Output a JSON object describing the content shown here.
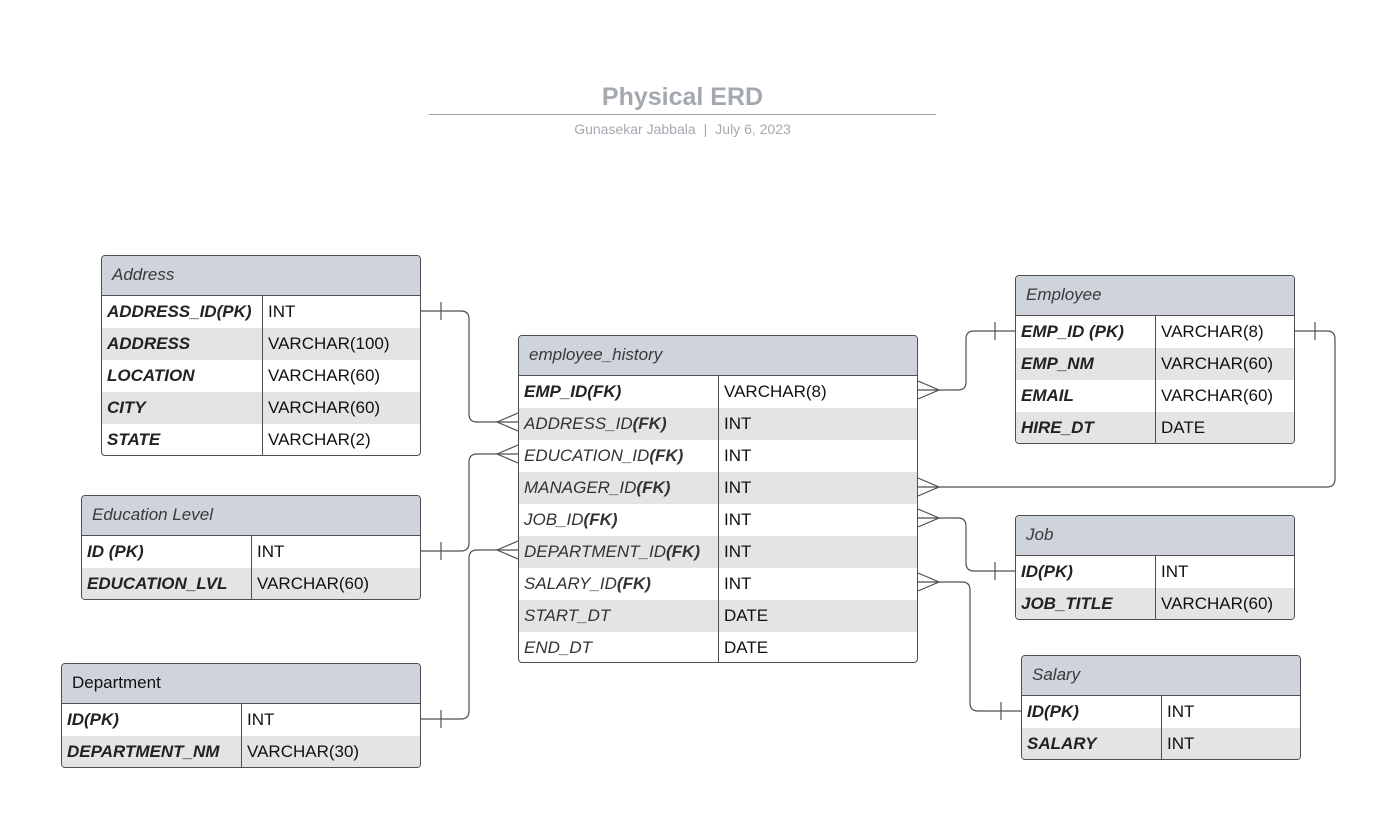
{
  "header": {
    "title": "Physical ERD",
    "author": "Gunasekar Jabbala",
    "separator": "|",
    "date": "July 6, 2023"
  },
  "address": {
    "name": "Address",
    "rows": [
      {
        "field": "ADDRESS_ID(PK)",
        "type": "INT"
      },
      {
        "field": "ADDRESS",
        "type": "VARCHAR(100)"
      },
      {
        "field": "LOCATION",
        "type": "VARCHAR(60)"
      },
      {
        "field": "CITY",
        "type": "VARCHAR(60)"
      },
      {
        "field": "STATE",
        "type": "VARCHAR(2)"
      }
    ]
  },
  "education": {
    "name": "Education Level",
    "rows": [
      {
        "field": "ID (PK)",
        "type": "INT"
      },
      {
        "field": "EDUCATION_LVL",
        "type": "VARCHAR(60)"
      }
    ]
  },
  "department": {
    "name": "Department",
    "rows": [
      {
        "field": "ID(PK)",
        "type": "INT"
      },
      {
        "field": "DEPARTMENT_NM",
        "type": "VARCHAR(30)"
      }
    ]
  },
  "history": {
    "name": "employee_history",
    "rows": [
      {
        "field": "EMP_ID(FK)",
        "type": "VARCHAR(8)"
      },
      {
        "field": "ADDRESS_ID",
        "fk": "(FK)",
        "type": "INT"
      },
      {
        "field": "EDUCATION_ID",
        "fk": "(FK)",
        "type": "INT"
      },
      {
        "field": "MANAGER_ID",
        "fk": "(FK)",
        "type": "INT"
      },
      {
        "field": "JOB_ID",
        "fk": "(FK)",
        "type": "INT"
      },
      {
        "field": "DEPARTMENT_ID",
        "fk": "(FK)",
        "type": "INT"
      },
      {
        "field": "SALARY_ID",
        "fk": "(FK)",
        "type": "INT"
      },
      {
        "field": "START_DT",
        "type": "DATE"
      },
      {
        "field": "END_DT",
        "type": "DATE"
      }
    ]
  },
  "employee": {
    "name": "Employee",
    "rows": [
      {
        "field": "EMP_ID (PK)",
        "type": "VARCHAR(8)"
      },
      {
        "field": "EMP_NM",
        "type": "VARCHAR(60)"
      },
      {
        "field": "EMAIL",
        "type": "VARCHAR(60)"
      },
      {
        "field": "HIRE_DT",
        "type": "DATE"
      }
    ]
  },
  "job": {
    "name": "Job",
    "rows": [
      {
        "field": "ID(PK)",
        "type": "INT"
      },
      {
        "field": "JOB_TITLE",
        "type": "VARCHAR(60)"
      }
    ]
  },
  "salary": {
    "name": "Salary",
    "rows": [
      {
        "field": "ID(PK)",
        "type": "INT"
      },
      {
        "field": "SALARY",
        "type": "INT"
      }
    ]
  },
  "colors": {
    "header_fill": "#cfd3db",
    "alt_row": "#e4e4e4",
    "border": "#4f4f4f",
    "title_text": "#a4a9b0"
  }
}
